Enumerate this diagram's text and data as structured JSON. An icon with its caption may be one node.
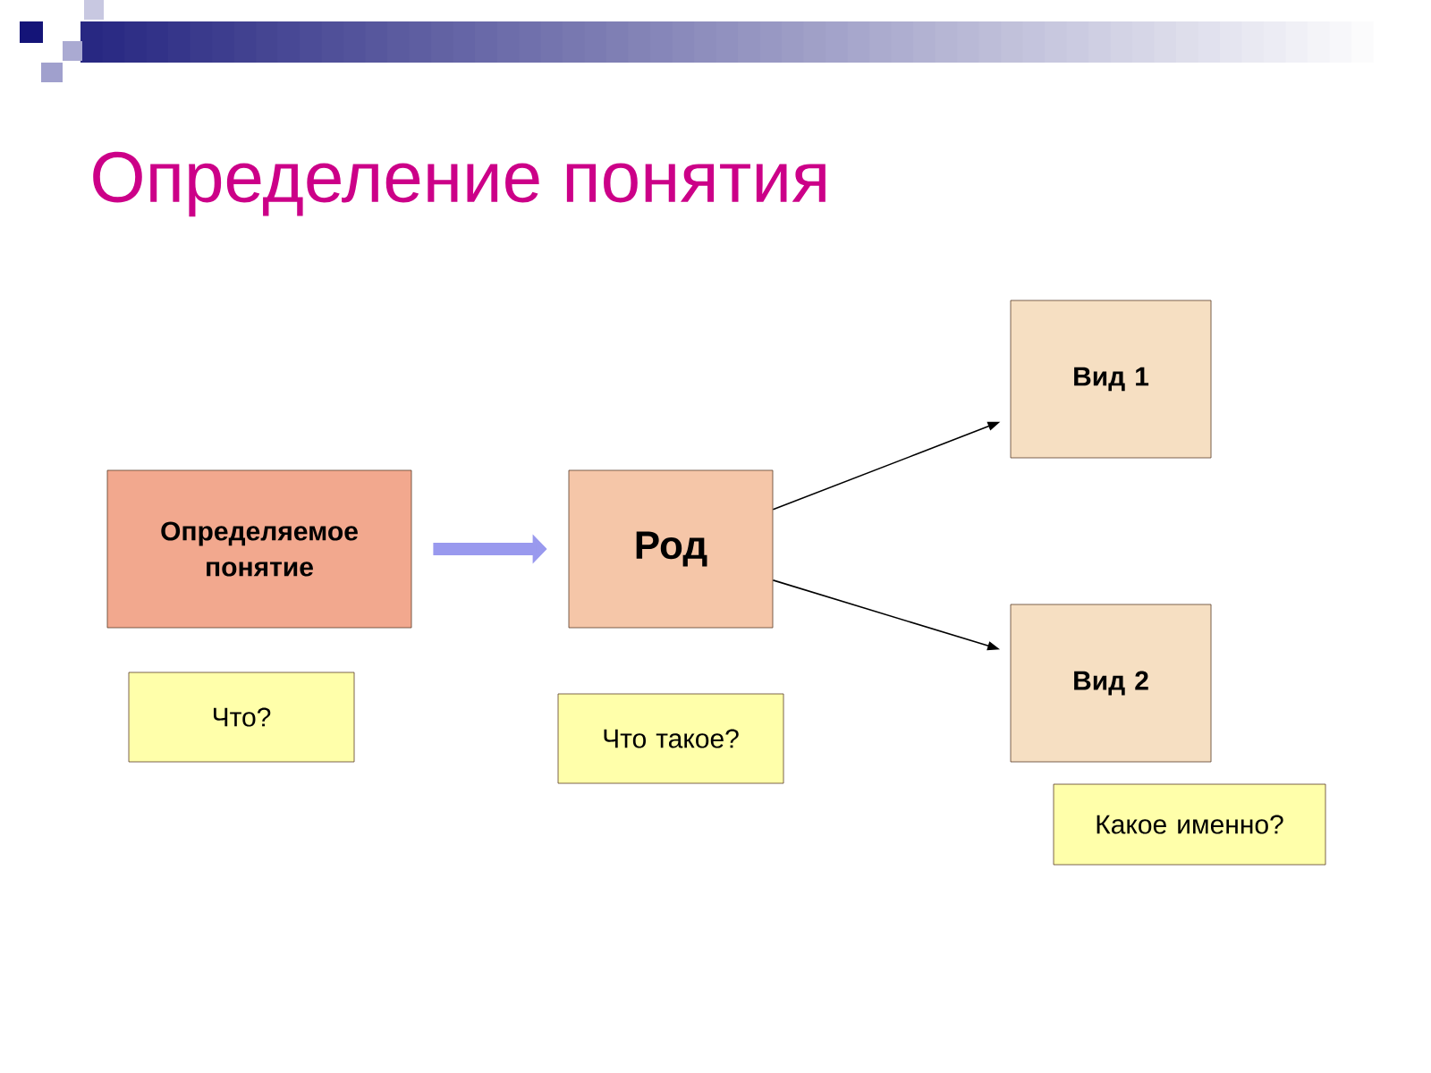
{
  "diagram": {
    "title": "Определение понятия",
    "nodes": [
      {
        "text": [
          "Определяемое понятие"
        ]
      },
      {
        "text": [
          "Род"
        ]
      },
      {
        "text": [
          "Вид 1"
        ]
      },
      {
        "text": [
          "Вид 2"
        ]
      },
      {
        "text": [
          "Что?"
        ]
      },
      {
        "text": [
          "Что такое?"
        ]
      },
      {
        "text": [
          "Какое именно?"
        ]
      }
    ],
    "edges": [
      {
        "from": 0,
        "to": 1,
        "arrow": "to",
        "style": "thick",
        "color": "#9999ee"
      },
      {
        "from": 1,
        "to": 2,
        "arrow": "to"
      },
      {
        "from": 1,
        "to": 3,
        "arrow": "to"
      }
    ]
  }
}
